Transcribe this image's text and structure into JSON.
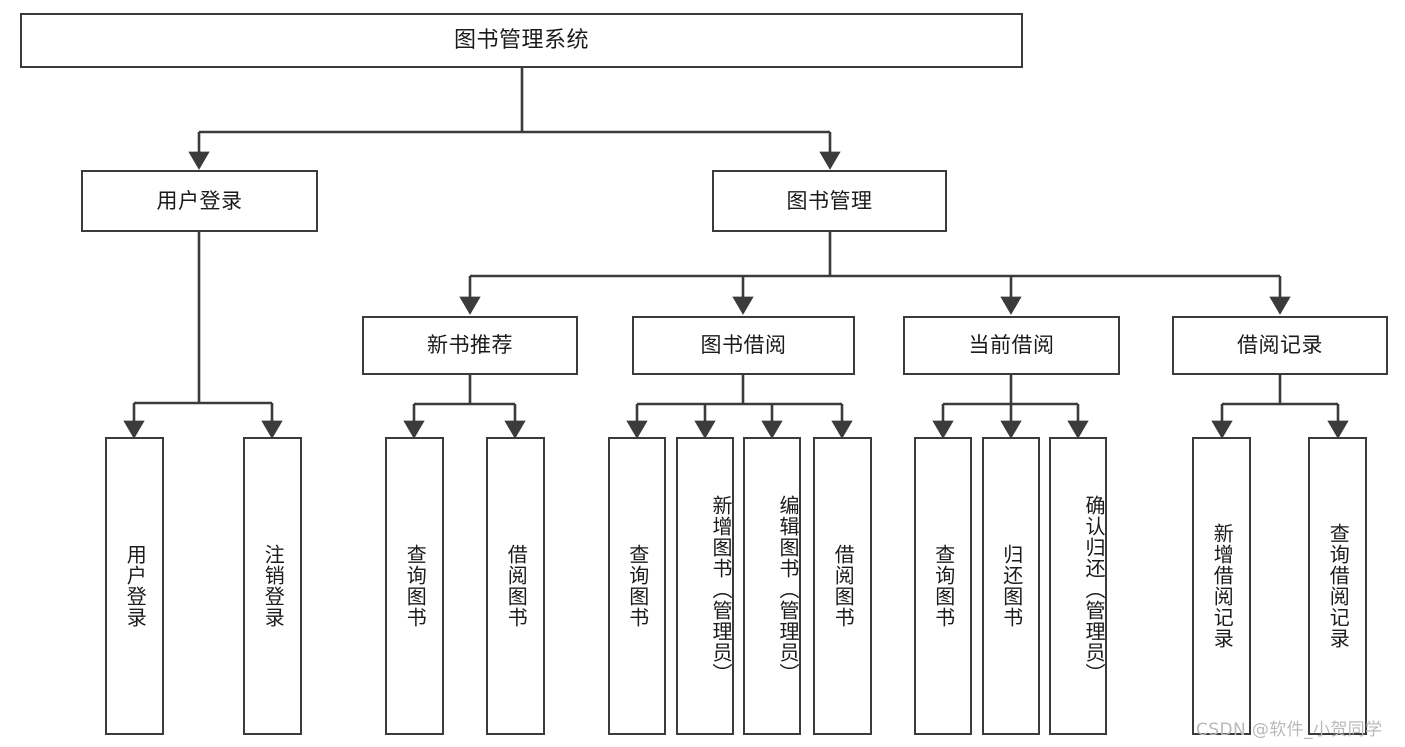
{
  "diagram": {
    "type": "tree",
    "title": "图书管理系统",
    "watermark": "CSDN @软件_小贺同学",
    "colors": {
      "stroke": "#3b3b3b",
      "fill": "#ffffff",
      "text": "#1b1b1b",
      "watermark": "#b9b9b9"
    },
    "levels": {
      "root": {
        "label": "图书管理系统"
      },
      "level2": [
        {
          "label": "用户登录"
        },
        {
          "label": "图书管理"
        }
      ],
      "level3": [
        {
          "label": "新书推荐"
        },
        {
          "label": "图书借阅"
        },
        {
          "label": "当前借阅"
        },
        {
          "label": "借阅记录"
        }
      ],
      "leaves": {
        "user_login": [
          {
            "label": "用户登录"
          },
          {
            "label": "注销登录"
          }
        ],
        "new_book": [
          {
            "label": "查询图书"
          },
          {
            "label": "借阅图书"
          }
        ],
        "book_borrow": [
          {
            "label": "查询图书"
          },
          {
            "label": "新增图书（管理员）"
          },
          {
            "label": "编辑图书（管理员）"
          },
          {
            "label": "借阅图书"
          }
        ],
        "current_borrow": [
          {
            "label": "查询图书"
          },
          {
            "label": "归还图书"
          },
          {
            "label": "确认归还（管理员）"
          }
        ],
        "borrow_record": [
          {
            "label": "新增借阅记录"
          },
          {
            "label": "查询借阅记录"
          }
        ]
      }
    }
  }
}
